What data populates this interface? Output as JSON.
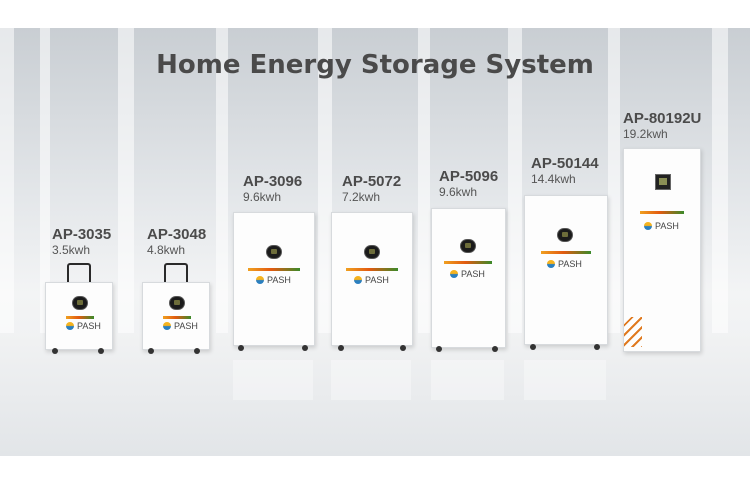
{
  "title": "Home Energy Storage System",
  "brand_text": "PASH",
  "products": [
    {
      "model": "AP-3035",
      "capacity": "3.5kwh"
    },
    {
      "model": "AP-3048",
      "capacity": "4.8kwh"
    },
    {
      "model": "AP-3096",
      "capacity": "9.6kwh"
    },
    {
      "model": "AP-5072",
      "capacity": "7.2kwh"
    },
    {
      "model": "AP-5096",
      "capacity": "9.6kwh"
    },
    {
      "model": "AP-50144",
      "capacity": "14.4kwh"
    },
    {
      "model": "AP-80192U",
      "capacity": "19.2kwh"
    }
  ],
  "colors": {
    "title": "#4a4a4a",
    "accent_orange": "#e07a20",
    "logo_blue": "#2a7fc0",
    "logo_yellow": "#f5b31f"
  }
}
